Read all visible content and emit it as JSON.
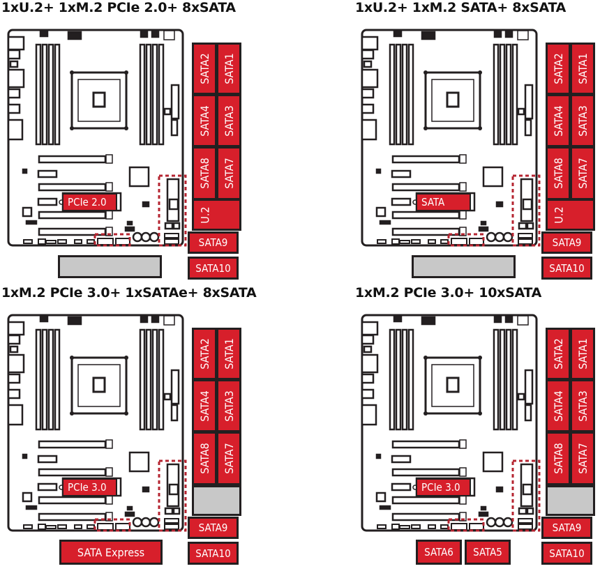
{
  "colors": {
    "accent_red": "#d71f2b",
    "outline": "#231f20",
    "empty_slot": "#c8c8c8"
  },
  "panels": [
    {
      "title": "1xU.2+ 1xM.2 PCIe 2.0+ 8xSATA",
      "m2_label": "PCIe 2.0",
      "sata_ports": [
        "SATA2",
        "SATA1",
        "SATA4",
        "SATA3",
        "SATA8",
        "SATA7"
      ],
      "u2_label": "U.2",
      "sata9": "SATA9",
      "sata10": "SATA10",
      "bottom_labels": []
    },
    {
      "title": "1xU.2+ 1xM.2 SATA+ 8xSATA",
      "m2_label": "SATA",
      "sata_ports": [
        "SATA2",
        "SATA1",
        "SATA4",
        "SATA3",
        "SATA8",
        "SATA7"
      ],
      "u2_label": "U.2",
      "sata9": "SATA9",
      "sata10": "SATA10",
      "bottom_labels": []
    },
    {
      "title": "1xM.2 PCIe 3.0+ 1xSATAe+ 8xSATA",
      "m2_label": "PCIe 3.0",
      "sata_ports": [
        "SATA2",
        "SATA1",
        "SATA4",
        "SATA3",
        "SATA8",
        "SATA7"
      ],
      "u2_label": "",
      "sata9": "SATA9",
      "sata10": "SATA10",
      "bottom_labels": [
        "SATA Express"
      ]
    },
    {
      "title": "1xM.2 PCIe 3.0+ 10xSATA",
      "m2_label": "PCIe 3.0",
      "sata_ports": [
        "SATA2",
        "SATA1",
        "SATA4",
        "SATA3",
        "SATA8",
        "SATA7"
      ],
      "u2_label": "",
      "sata9": "SATA9",
      "sata10": "SATA10",
      "bottom_labels": [
        "SATA6",
        "SATA5"
      ]
    }
  ]
}
